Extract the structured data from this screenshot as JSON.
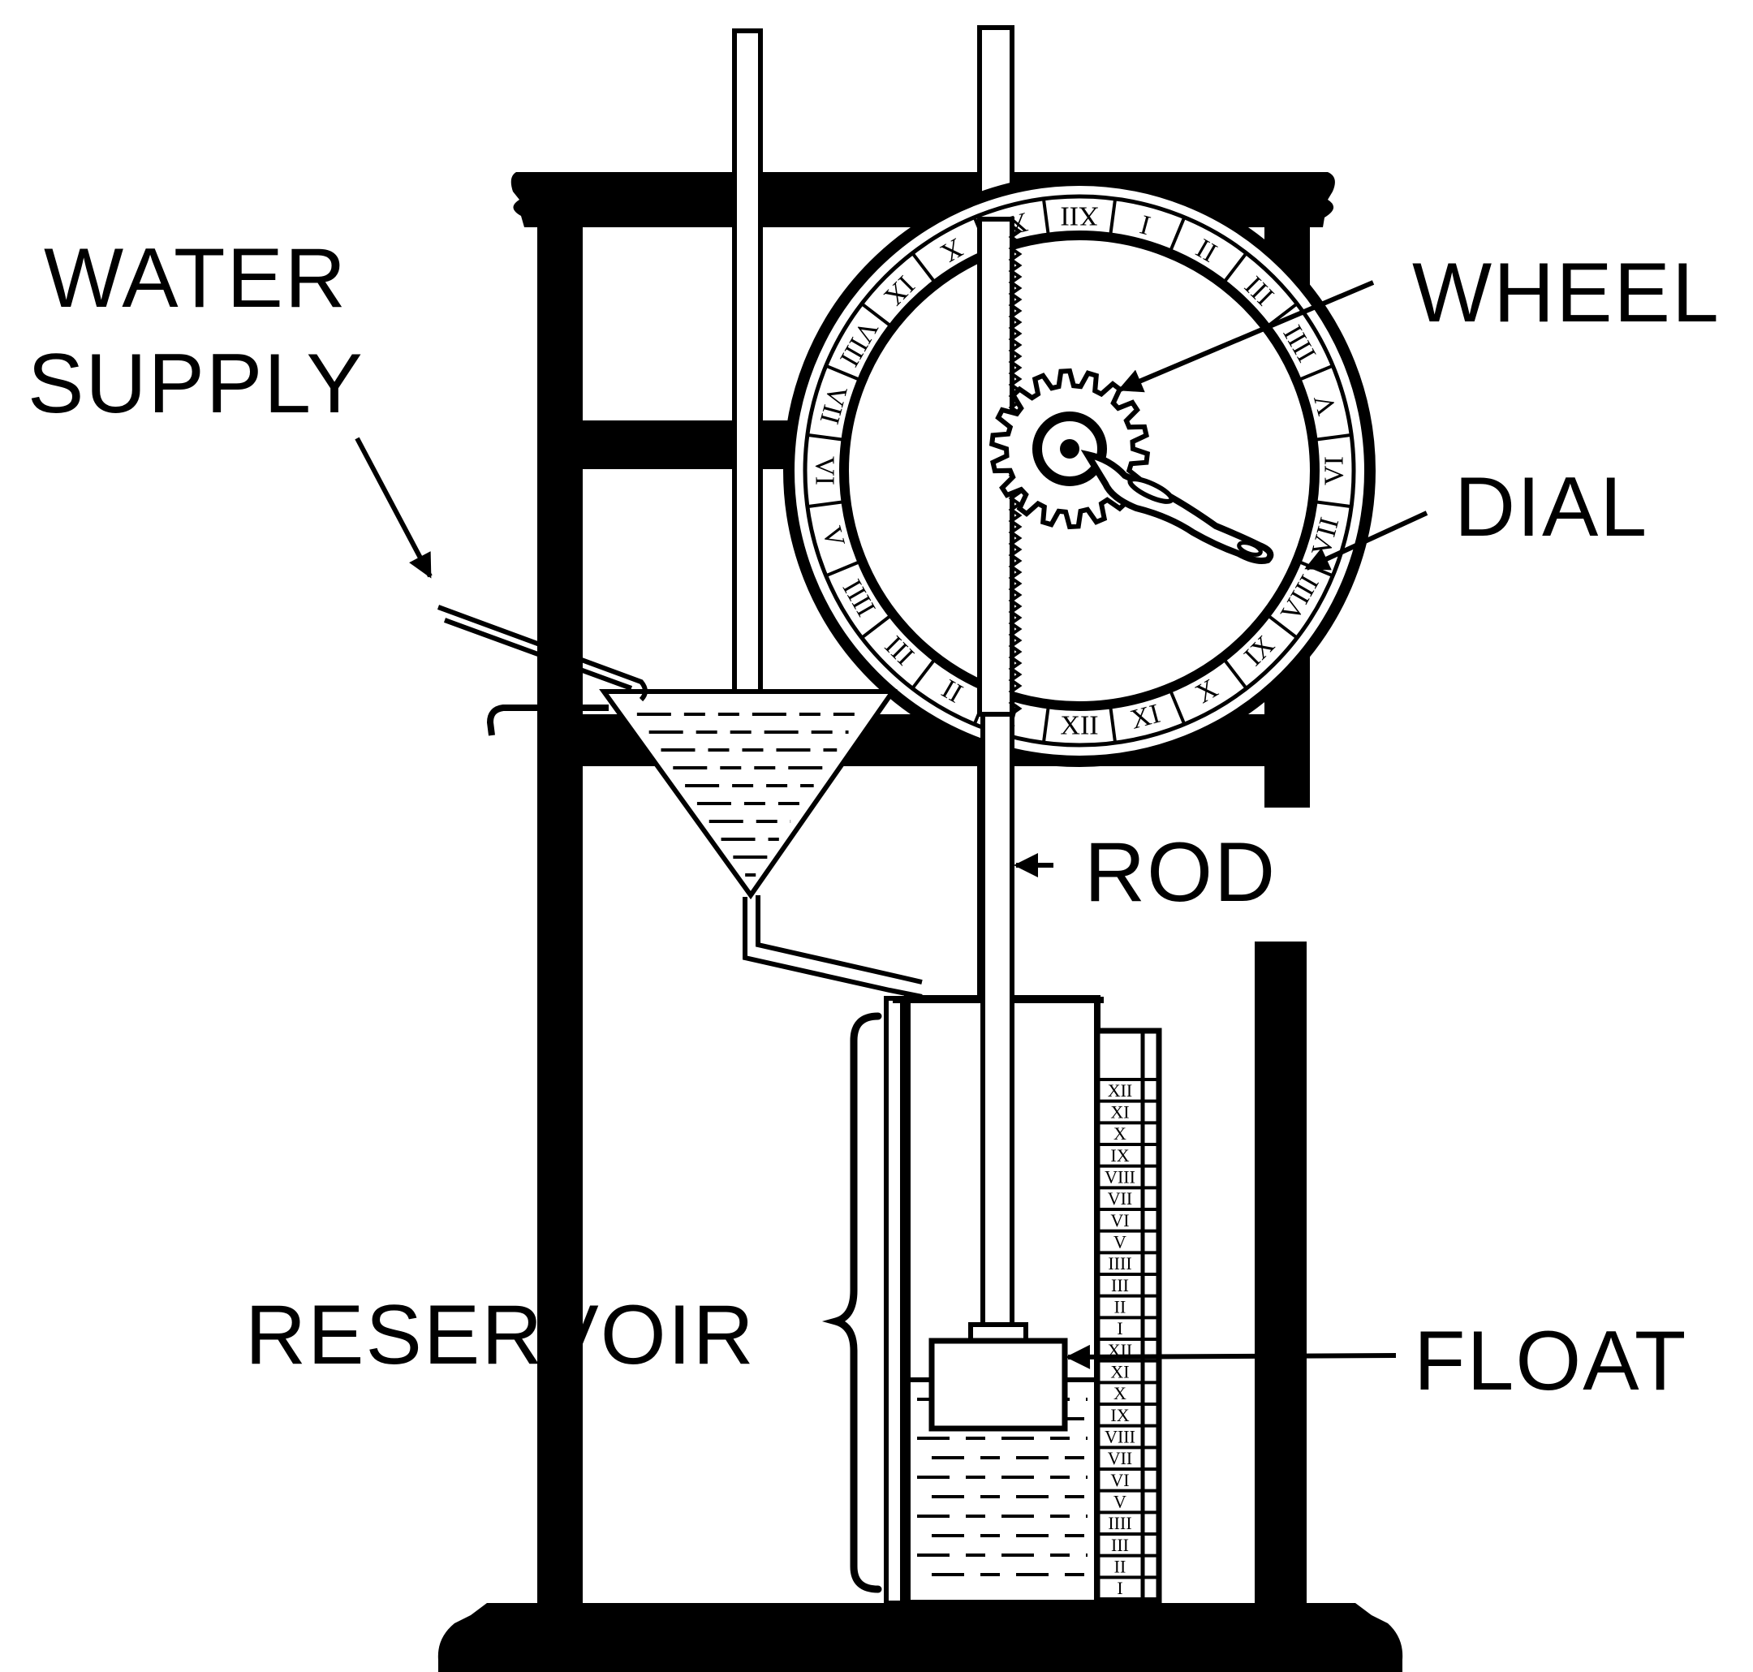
{
  "labels": {
    "water_supply_line1": "WATER",
    "water_supply_line2": "SUPPLY",
    "wheel": "WHEEL",
    "dial": "DIAL",
    "rod": "ROD",
    "reservoir": "RESERVOIR",
    "float": "FLOAT"
  },
  "dial_numerals": [
    "XII",
    "I",
    "II",
    "III",
    "IIII",
    "V",
    "VI",
    "VII",
    "VIII",
    "IX",
    "X",
    "XI",
    "XII",
    "I",
    "II",
    "III",
    "IIII",
    "V",
    "VI",
    "VII",
    "VIII",
    "IX",
    "X",
    "XI"
  ],
  "column_numerals": [
    "XII",
    "XI",
    "X",
    "IX",
    "VIII",
    "VII",
    "VI",
    "V",
    "IIII",
    "III",
    "II",
    "I",
    "XII",
    "XI",
    "X",
    "IX",
    "VIII",
    "VII",
    "VI",
    "V",
    "IIII",
    "III",
    "II",
    "I"
  ],
  "colors": {
    "ink": "#000000",
    "paper": "#ffffff"
  }
}
